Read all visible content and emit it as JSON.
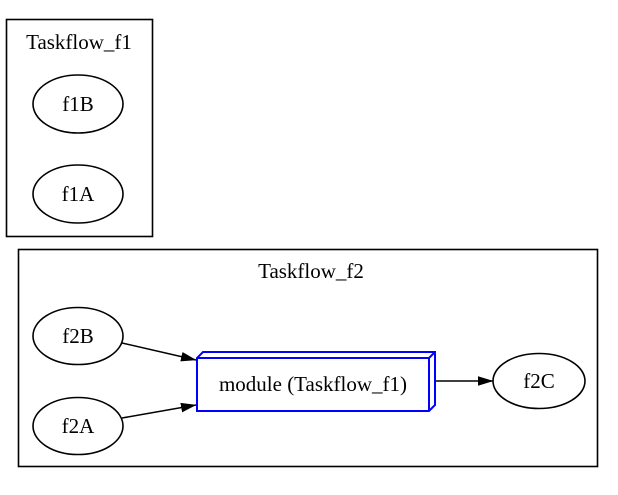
{
  "diagram": {
    "background": "#ffffff",
    "clusters": {
      "f1": {
        "title": "Taskflow_f1"
      },
      "f2": {
        "title": "Taskflow_f2"
      }
    },
    "nodes": {
      "f1B": {
        "label": "f1B",
        "shape": "ellipse"
      },
      "f1A": {
        "label": "f1A",
        "shape": "ellipse"
      },
      "f2B": {
        "label": "f2B",
        "shape": "ellipse"
      },
      "f2A": {
        "label": "f2A",
        "shape": "ellipse"
      },
      "f2C": {
        "label": "f2C",
        "shape": "ellipse"
      },
      "module": {
        "label": "module (Taskflow_f1)",
        "shape": "box3d"
      }
    },
    "edges": [
      {
        "from": "f2B",
        "to": "module (Taskflow_f1)"
      },
      {
        "from": "f2A",
        "to": "module (Taskflow_f1)"
      },
      {
        "from": "module (Taskflow_f1)",
        "to": "f2C"
      }
    ],
    "colors": {
      "cluster_border": "#000000",
      "node_border": "#000000",
      "module_border": "#0000ff",
      "edge": "#000000",
      "text": "#000000"
    }
  }
}
